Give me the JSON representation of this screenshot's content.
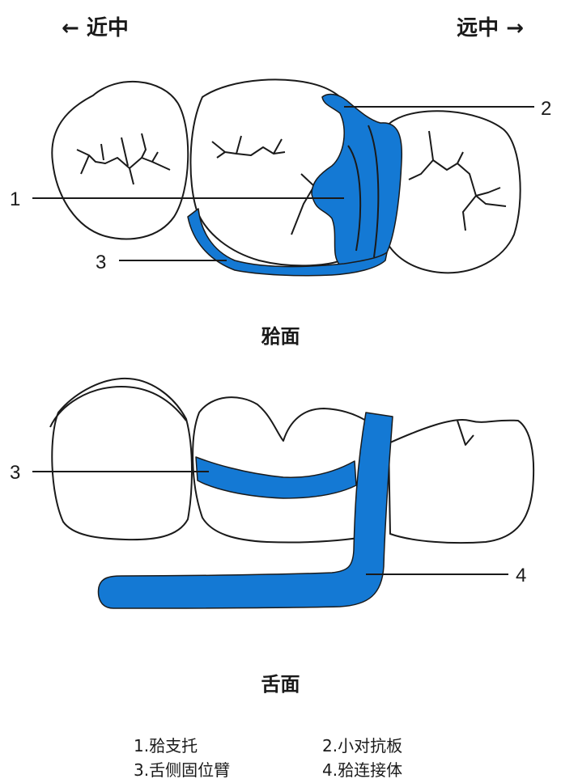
{
  "directions": {
    "left": "← 近中",
    "right": "远中 →"
  },
  "views": {
    "occlusal": "𬌗面",
    "lingual": "舌面"
  },
  "callouts": {
    "occ_1": "1",
    "occ_2": "2",
    "occ_3": "3",
    "lin_3": "3",
    "lin_4": "4"
  },
  "legend": [
    {
      "label": "1.𬌗支托"
    },
    {
      "label": "2.小对抗板"
    },
    {
      "label": "3.舌侧固位臂"
    },
    {
      "label": "4.𬌗连接体"
    }
  ],
  "colors": {
    "component": "#1479d4",
    "outline": "#1a1a1a"
  }
}
